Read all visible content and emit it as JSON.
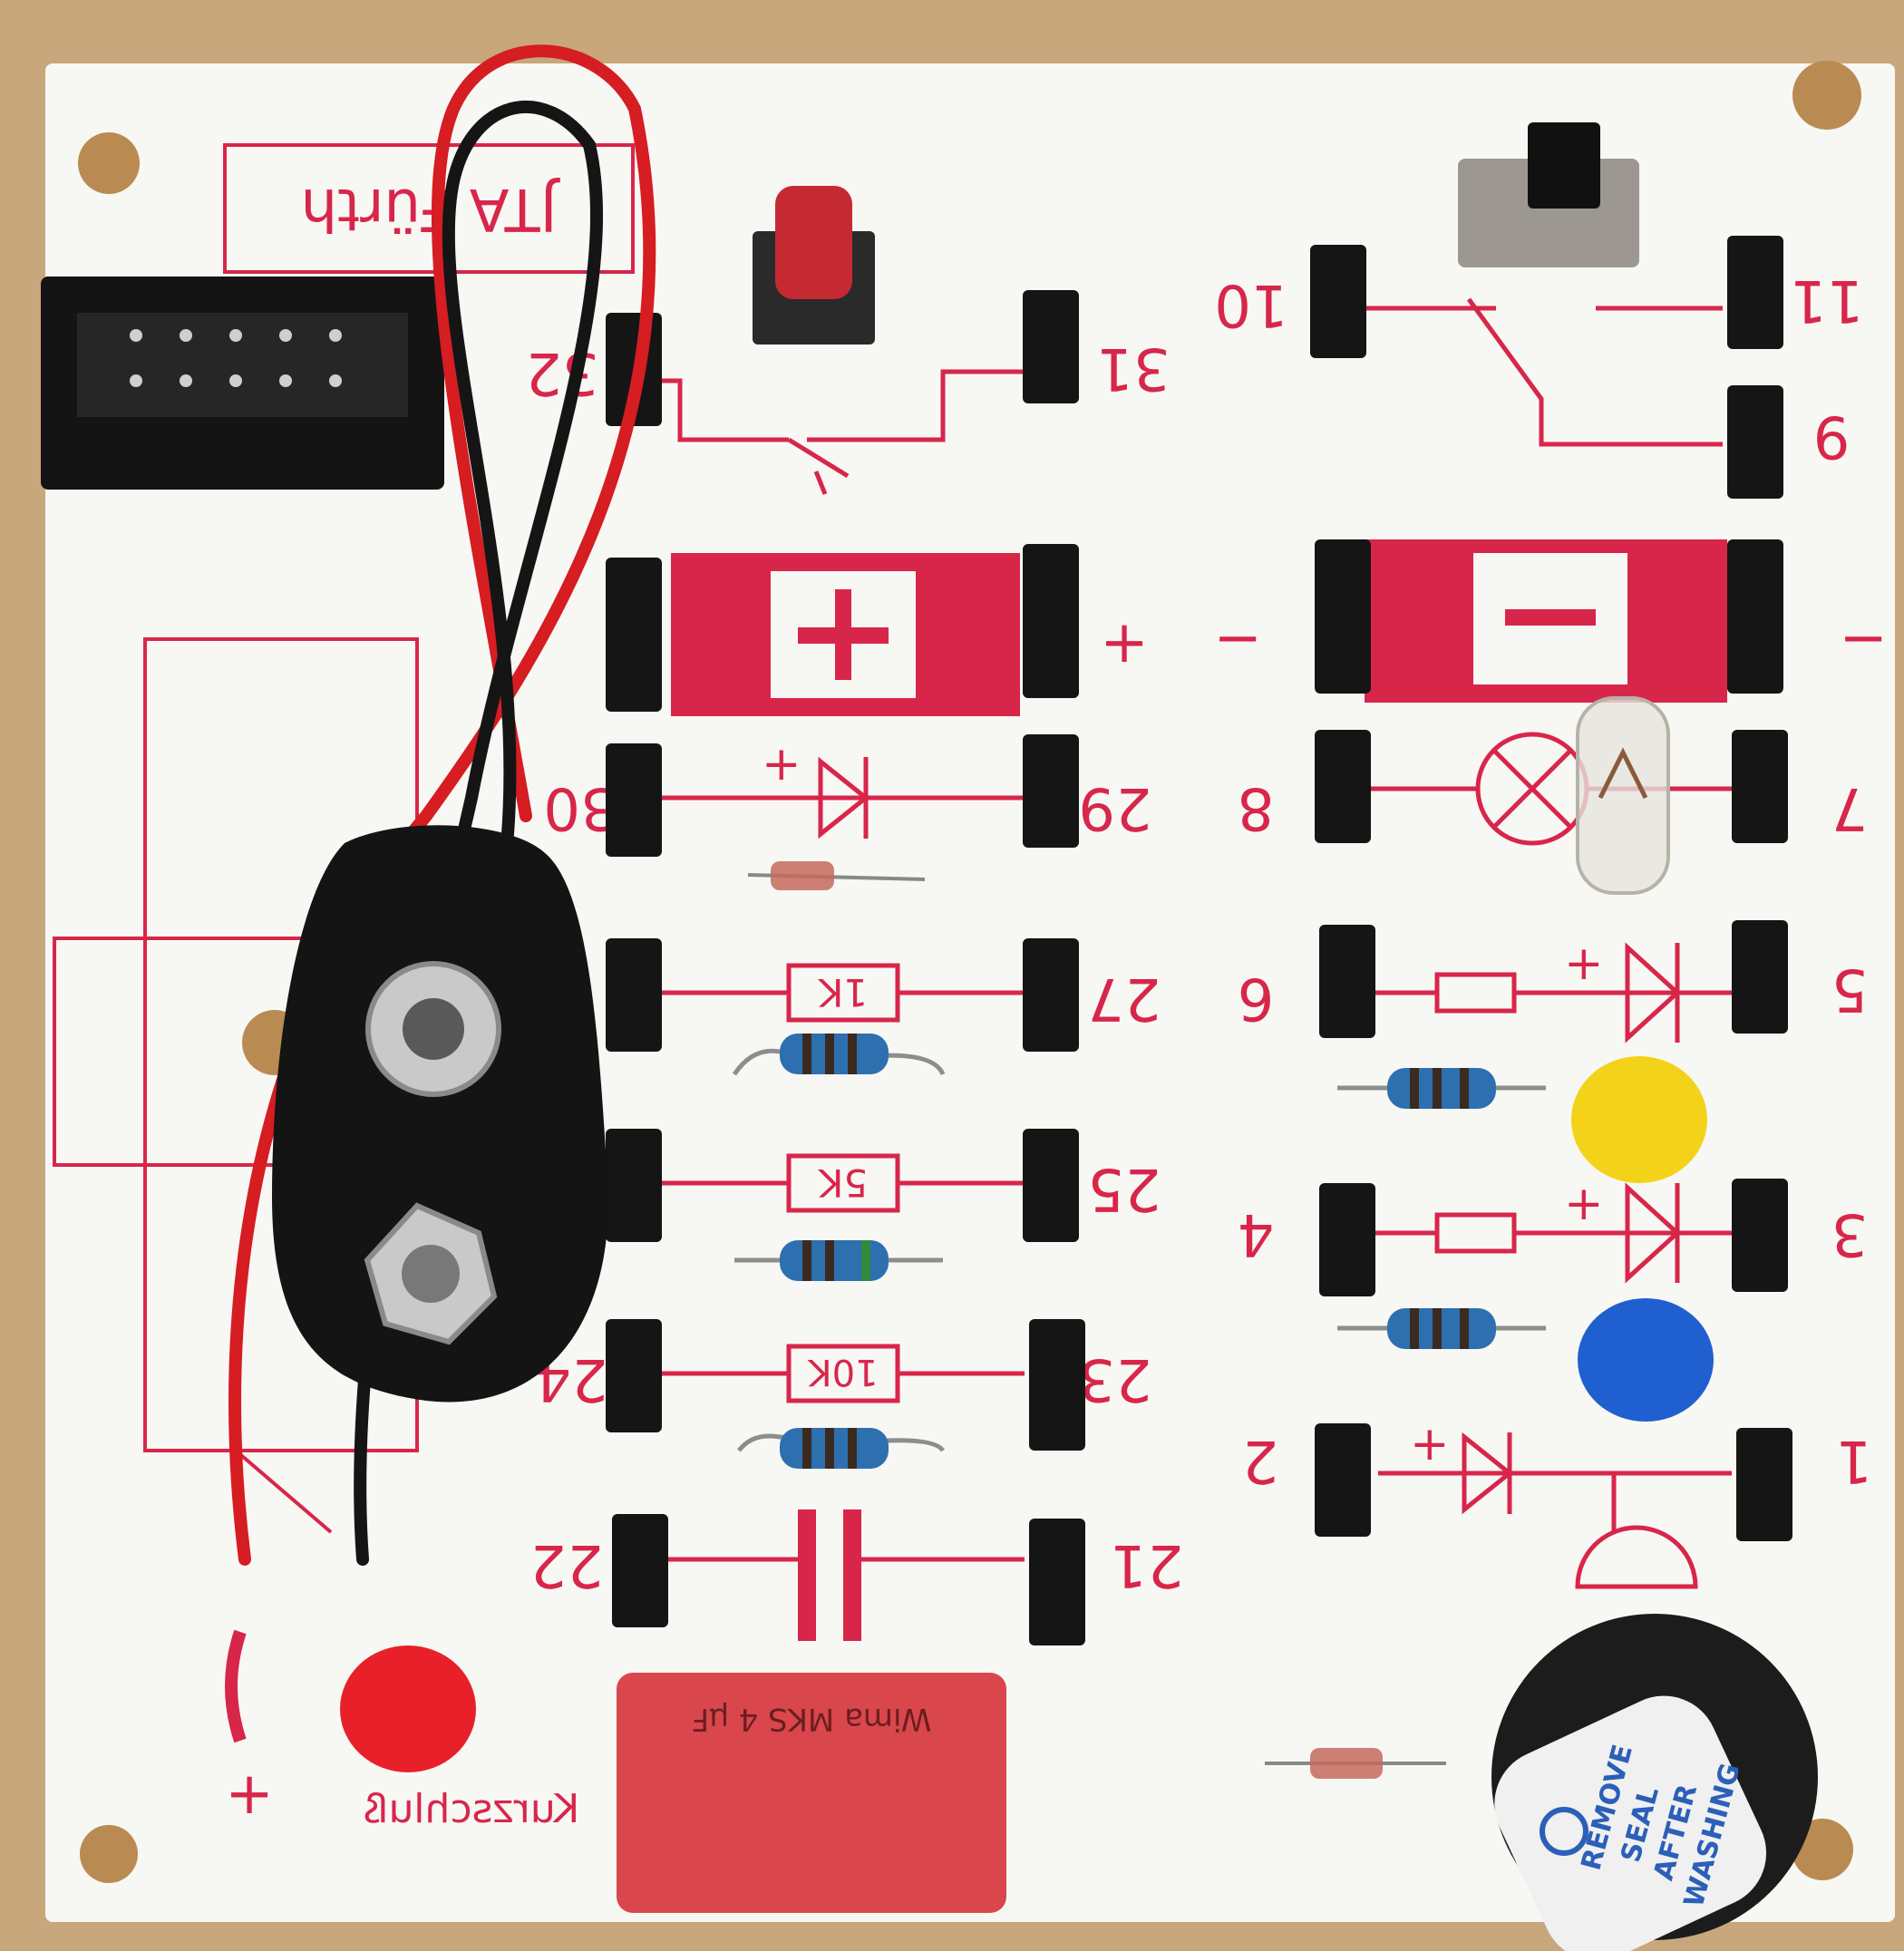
{
  "board": {
    "header_text": "JTA Fürth",
    "short_circuit_text": "Kurzschluß",
    "buzzer_seal_lines": [
      "REMOVE",
      "SEAL",
      "AFTER",
      "WASHING"
    ],
    "capacitor_marking": "Wima MKS 4 µF",
    "polarity": {
      "plus": "+",
      "minus": "−"
    }
  },
  "labels": {
    "p1": "1",
    "p2": "2",
    "p3": "3",
    "p4": "4",
    "p5": "5",
    "p6": "6",
    "p7": "7",
    "p8": "8",
    "p9": "9",
    "p10": "10",
    "p11": "11",
    "p21": "21",
    "p22": "22",
    "p23": "23",
    "p24": "24",
    "p25": "25",
    "p27": "27",
    "p29": "29",
    "p30": "30",
    "p31": "31",
    "p32": "32"
  },
  "resistors": {
    "r1": "1K",
    "r2": "5K",
    "r3": "10K"
  },
  "colors": {
    "pcb": "#f7f7f4",
    "silkscreen": "#d8264a",
    "wood": "#c9a77c",
    "header_black": "#151515",
    "led_red": "#e8202a",
    "led_yellow": "#f3d21a",
    "led_blue": "#1f5fd0",
    "capacitor": "#d9464b"
  }
}
